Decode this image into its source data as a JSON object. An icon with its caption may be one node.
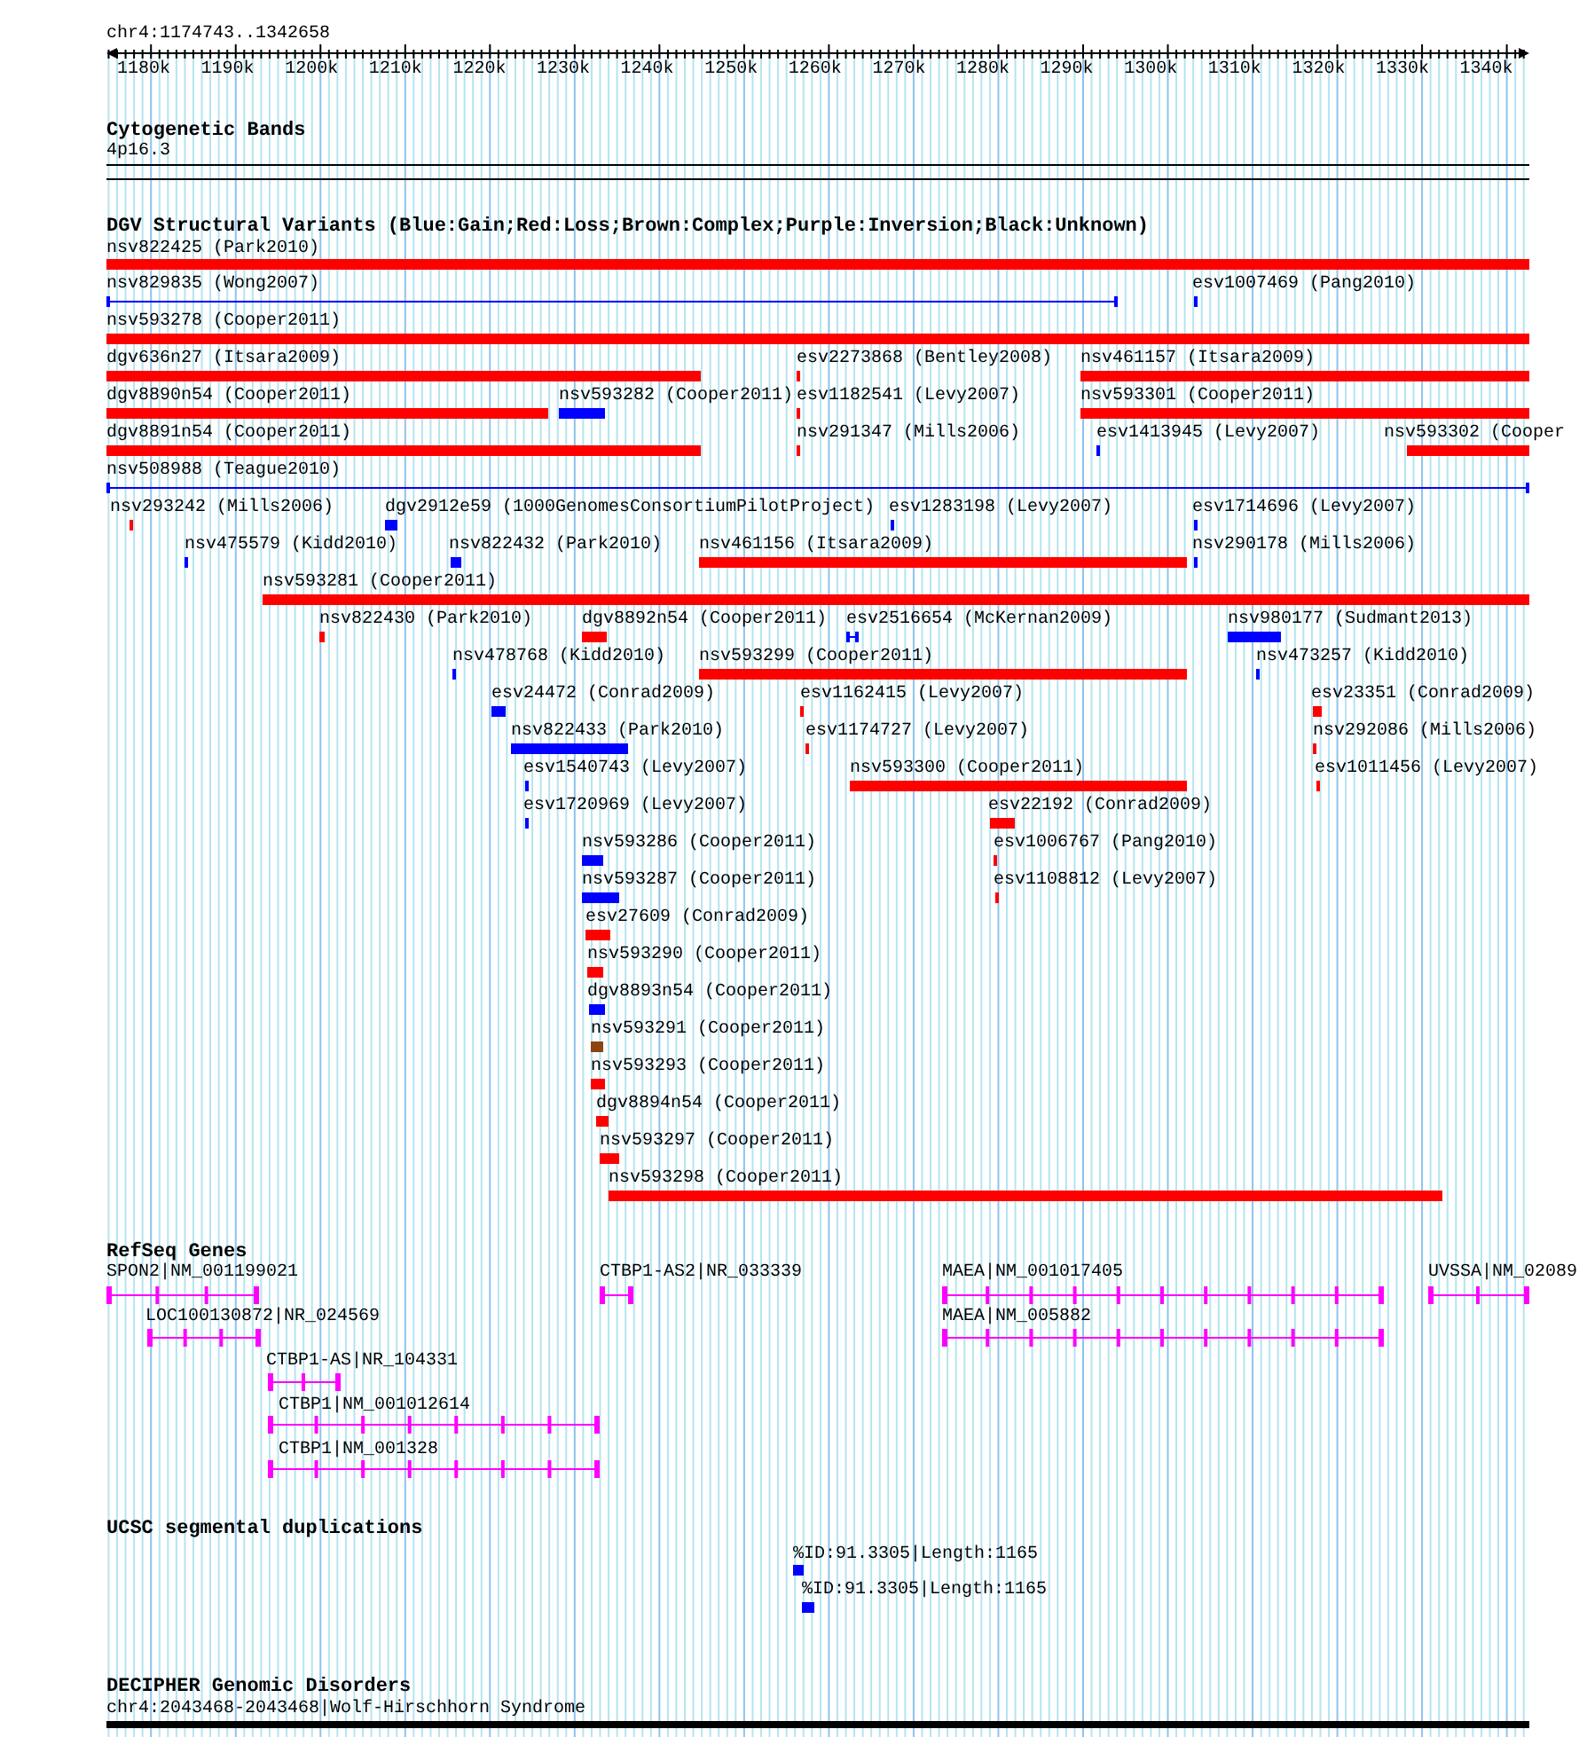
{
  "diagram": {
    "labels": [
      "chr4:1174743..1342658",
      "1180k",
      "1190k",
      "1200k",
      "1210k",
      "1220k",
      "1230k",
      "1240k",
      "1250k",
      "1260k",
      "1270k",
      "1280k",
      "1290k",
      "1300k",
      "1310k",
      "1320k",
      "1330k",
      "1340k",
      "Cytogenetic Bands",
      "4p16.3",
      "DGV Structural Variants (Blue:Gain;Red:Loss;Brown:Complex;Purple:Inversion;Black:Unknown)",
      "nsv822425 (Park2010)",
      "nsv829835 (Wong2007)",
      "esv1007469 (Pang2010)",
      "nsv593278 (Cooper2011)",
      "dgv636n27 (Itsara2009)",
      "esv2273868 (Bentley2008)",
      "nsv461157 (Itsara2009)",
      "dgv8890n54 (Cooper2011)",
      "nsv593282 (Cooper2011)",
      "esv1182541 (Levy2007)",
      "nsv593301 (Cooper2011)",
      "dgv8891n54 (Cooper2011)",
      "nsv291347 (Mills2006)",
      "esv1413945 (Levy2007)",
      "nsv593302 (Cooper",
      "nsv508988 (Teague2010)",
      "nsv293242 (Mills2006)",
      "dgv2912e59 (1000GenomesConsortiumPilotProject)",
      "esv1283198 (Levy2007)",
      "esv1714696 (Levy2007)",
      "nsv475579 (Kidd2010)",
      "nsv822432 (Park2010)",
      "nsv461156 (Itsara2009)",
      "nsv290178 (Mills2006)",
      "nsv593281 (Cooper2011)",
      "nsv822430 (Park2010)",
      "dgv8892n54 (Cooper2011)",
      "esv2516654 (McKernan2009)",
      "nsv980177 (Sudmant2013)",
      "nsv478768 (Kidd2010)",
      "nsv593299 (Cooper2011)",
      "nsv473257 (Kidd2010)",
      "esv24472 (Conrad2009)",
      "esv1162415 (Levy2007)",
      "esv23351 (Conrad2009)",
      "nsv822433 (Park2010)",
      "esv1174727 (Levy2007)",
      "nsv292086 (Mills2006)",
      "esv1540743 (Levy2007)",
      "nsv593300 (Cooper2011)",
      "esv1011456 (Levy2007)",
      "esv1720969 (Levy2007)",
      "esv22192 (Conrad2009)",
      "nsv593286 (Cooper2011)",
      "esv1006767 (Pang2010)",
      "nsv593287 (Cooper2011)",
      "esv1108812 (Levy2007)",
      "esv27609 (Conrad2009)",
      "nsv593290 (Cooper2011)",
      "dgv8893n54 (Cooper2011)",
      "nsv593291 (Cooper2011)",
      "nsv593293 (Cooper2011)",
      "dgv8894n54 (Cooper2011)",
      "nsv593297 (Cooper2011)",
      "nsv593298 (Cooper2011)",
      "RefSeq Genes",
      "SPON2|NM_001199021",
      "CTBP1-AS2|NR_033339",
      "MAEA|NM_001017405",
      "UVSSA|NM_02089",
      "LOC100130872|NR_024569",
      "MAEA|NM_005882",
      "CTBP1-AS|NR_104331",
      "CTBP1|NM_001012614",
      "CTBP1|NM_001328",
      "UCSC segmental duplications",
      "%ID:91.3305|Length:1165",
      "%ID:91.3305|Length:1165",
      "DECIPHER Genomic Disorders",
      "chr4:2043468-2043468|Wolf-Hirschhorn Syndrome"
    ]
  }
}
